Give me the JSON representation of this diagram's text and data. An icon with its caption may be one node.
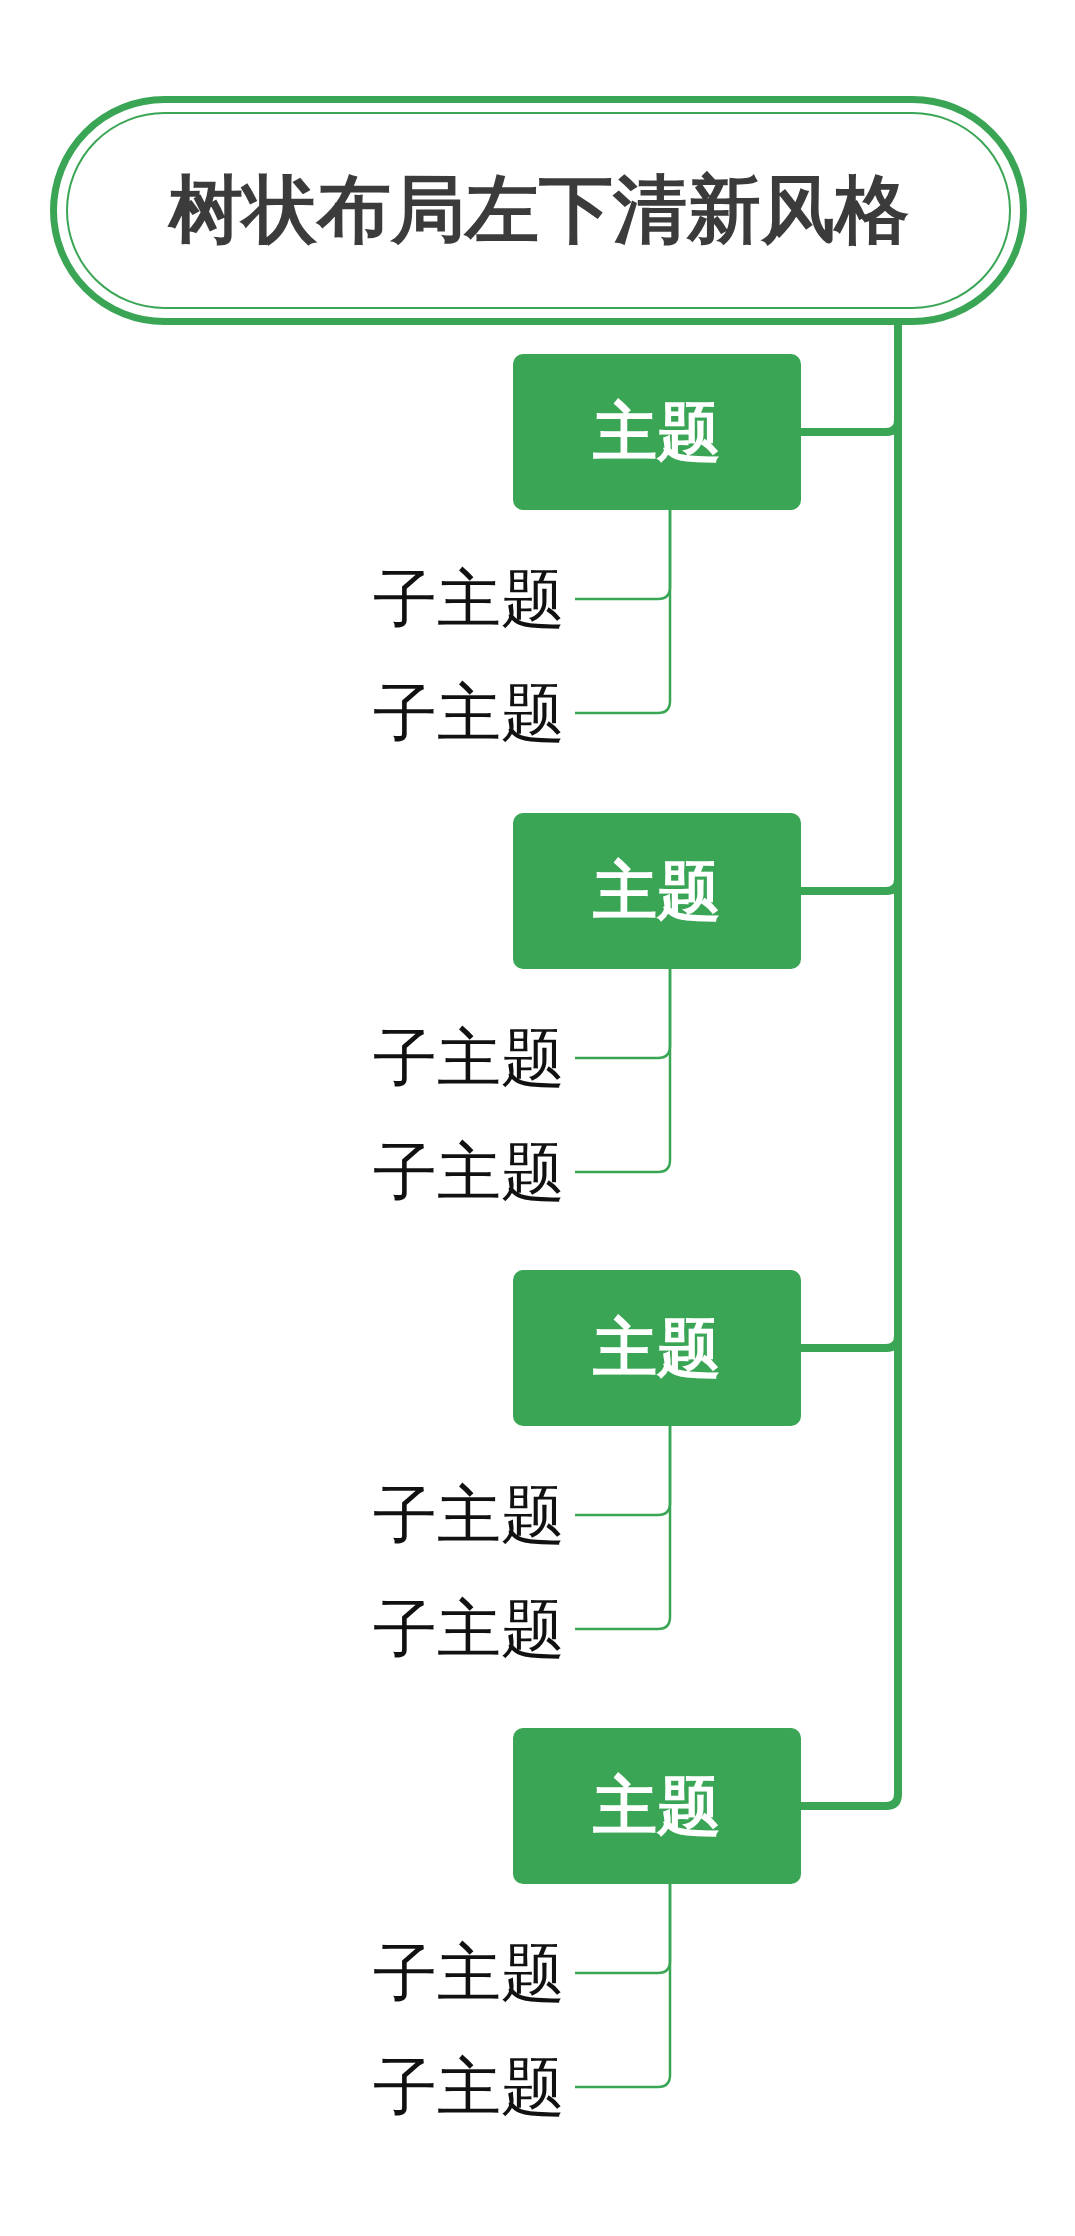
{
  "diagram": {
    "nodes": [
      {
        "text": [
          "树状布局左下清新风格"
        ]
      },
      {
        "text": [
          "主题"
        ]
      },
      {
        "text": [
          "子主题"
        ]
      },
      {
        "text": [
          "子主题"
        ]
      },
      {
        "text": [
          "主题"
        ]
      },
      {
        "text": [
          "子主题"
        ]
      },
      {
        "text": [
          "子主题"
        ]
      },
      {
        "text": [
          "主题"
        ]
      },
      {
        "text": [
          "子主题"
        ]
      },
      {
        "text": [
          "子主题"
        ]
      },
      {
        "text": [
          "主题"
        ]
      },
      {
        "text": [
          "子主题"
        ]
      },
      {
        "text": [
          "子主题"
        ]
      }
    ],
    "edges": [
      {
        "from": 0,
        "to": 1,
        "arrow": "none",
        "style": "thick"
      },
      {
        "from": 1,
        "to": 2,
        "arrow": "none"
      },
      {
        "from": 1,
        "to": 3,
        "arrow": "none"
      },
      {
        "from": 0,
        "to": 4,
        "arrow": "none",
        "style": "thick"
      },
      {
        "from": 4,
        "to": 5,
        "arrow": "none"
      },
      {
        "from": 4,
        "to": 6,
        "arrow": "none"
      },
      {
        "from": 0,
        "to": 7,
        "arrow": "none",
        "style": "thick"
      },
      {
        "from": 7,
        "to": 8,
        "arrow": "none"
      },
      {
        "from": 7,
        "to": 9,
        "arrow": "none"
      },
      {
        "from": 0,
        "to": 10,
        "arrow": "none",
        "style": "thick"
      },
      {
        "from": 10,
        "to": 11,
        "arrow": "none"
      },
      {
        "from": 10,
        "to": 12,
        "arrow": "none"
      }
    ]
  }
}
